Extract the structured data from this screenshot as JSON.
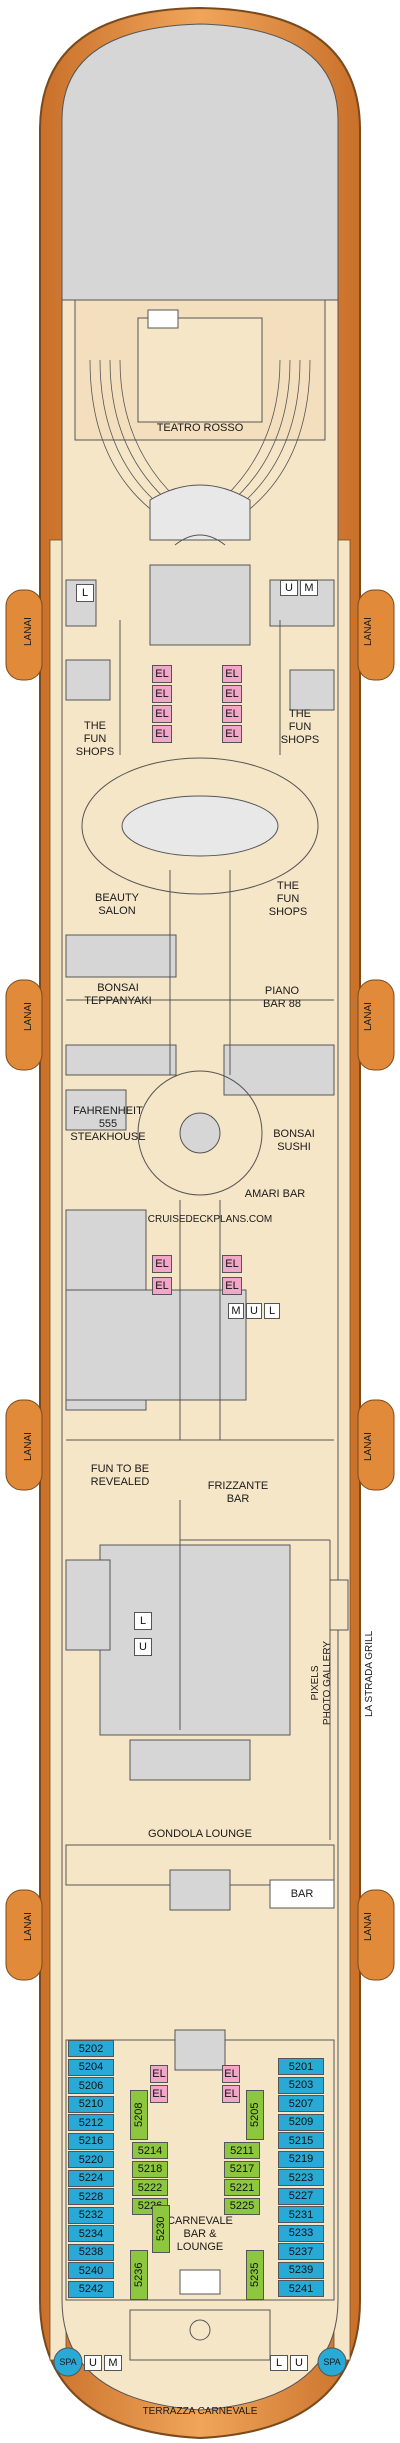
{
  "deck": {
    "venues": {
      "teatro": "TEATRO ROSSO",
      "fun_shops_left": "THE\nFUN\nSHOPS",
      "fun_shops_right": "THE\nFUN\nSHOPS",
      "fun_shops_mid": "THE\nFUN\nSHOPS",
      "beauty": "BEAUTY\nSALON",
      "bonsai_teppan": "BONSAI\nTEPPANYAKI",
      "piano": "PIANO\nBAR 88",
      "fahrenheit": "FAHRENHEIT\n555\nSTEAKHOUSE",
      "bonsai_sushi": "BONSAI\nSUSHI",
      "amari": "AMARI BAR",
      "watermark": "CRUISEDECKPLANS.COM",
      "fun_revealed": "FUN TO BE\nREVEALED",
      "frizzante": "FRIZZANTE\nBAR",
      "pixels": "PIXELS\nPHOTO GALLERY",
      "gondola": "GONDOLA LOUNGE",
      "bar": "BAR",
      "carnevale": "CARNEVALE\nBAR &\nLOUNGE",
      "terrazza": "TERRAZZA CARNEVALE",
      "strada": "LA STRADA GRILL"
    },
    "lanai": "LANAI",
    "elevator": "EL",
    "lift_u": "U",
    "lift_m": "M",
    "lift_l": "L",
    "spa": "SPA",
    "cabins_left": [
      "5202",
      "5204",
      "5206",
      "5210",
      "5212",
      "5216",
      "5220",
      "5224",
      "5228",
      "5232",
      "5234",
      "5238",
      "5240",
      "5242"
    ],
    "cabins_right": [
      "5201",
      "5203",
      "5207",
      "5209",
      "5215",
      "5219",
      "5223",
      "5227",
      "5231",
      "5233",
      "5237",
      "5239",
      "5241"
    ],
    "cabins_inner_left": [
      "5214",
      "5218",
      "5222",
      "5226"
    ],
    "cabins_inner_right": [
      "5211",
      "5217",
      "5221",
      "5225"
    ],
    "cabins_vertical": {
      "a": "5208",
      "b": "5205",
      "c": "5230",
      "d": "5236",
      "e": "5235"
    },
    "colors": {
      "hull": "#e08a3a",
      "floor": "#f6e6c8",
      "grey": "#d6d6d6",
      "blue": "#29a9d6",
      "green": "#8dc63f",
      "pink": "#f2a6c8"
    }
  }
}
